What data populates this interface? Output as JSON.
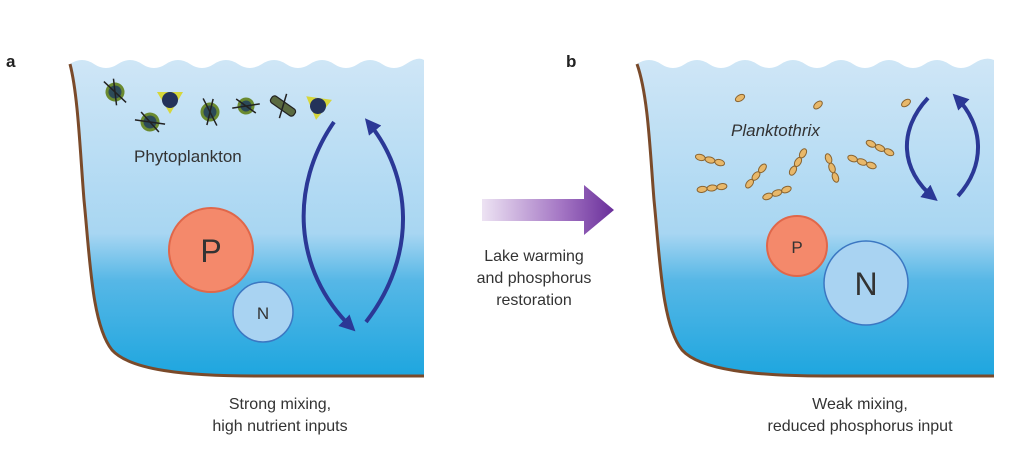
{
  "panels": {
    "a": {
      "label": "a",
      "organism_label": "Phytoplankton",
      "big_circle_label": "P",
      "small_circle_label": "N",
      "caption_line1": "Strong mixing,",
      "caption_line2": "high nutrient inputs"
    },
    "b": {
      "label": "b",
      "organism_label": "Planktothrix",
      "small_circle_label": "P",
      "big_circle_label": "N",
      "caption_line1": "Weak mixing,",
      "caption_line2": "reduced phosphorus input"
    }
  },
  "transition": {
    "line1": "Lake warming",
    "line2": "and phosphorus",
    "line3": "restoration"
  },
  "colors": {
    "water_top": "#cfe6f6",
    "water_bottom": "#1ea6df",
    "lake_bed": "#7a4a2a",
    "phosphorus": "#f4896b",
    "phosphorus_stroke": "#e0674a",
    "nitrogen": "#a9d3f2",
    "nitrogen_stroke": "#3b77c2",
    "mixing_arrow": "#2b3896",
    "transition_arrow": "#6a2f9a",
    "cyano": "#e8b86a"
  }
}
